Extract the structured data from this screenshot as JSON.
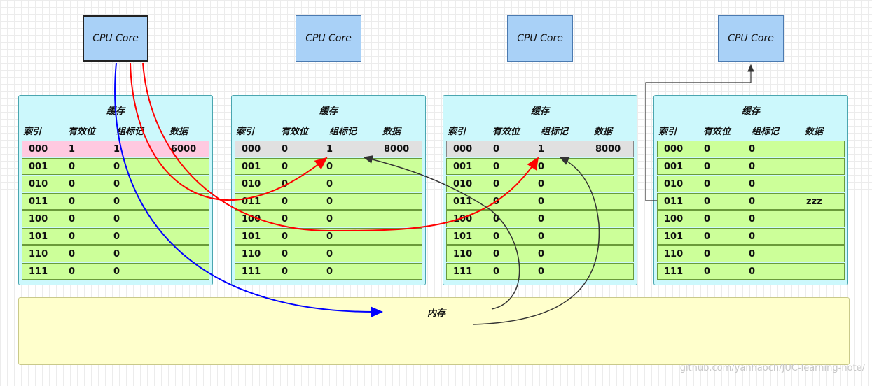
{
  "cpu_cores": [
    {
      "label": "CPU Core"
    },
    {
      "label": "CPU Core"
    },
    {
      "label": "CPU Core"
    },
    {
      "label": "CPU Core"
    }
  ],
  "headers": {
    "title": "缓存",
    "index": "索引",
    "valid": "有效位",
    "tag": "组标记",
    "data": "数据"
  },
  "caches": [
    {
      "rows": [
        {
          "index": "000",
          "valid": "1",
          "tag": "1",
          "data": "6000",
          "highlight": "pink"
        },
        {
          "index": "001",
          "valid": "0",
          "tag": "0",
          "data": ""
        },
        {
          "index": "010",
          "valid": "0",
          "tag": "0",
          "data": ""
        },
        {
          "index": "011",
          "valid": "0",
          "tag": "0",
          "data": ""
        },
        {
          "index": "100",
          "valid": "0",
          "tag": "0",
          "data": ""
        },
        {
          "index": "101",
          "valid": "0",
          "tag": "0",
          "data": ""
        },
        {
          "index": "110",
          "valid": "0",
          "tag": "0",
          "data": ""
        },
        {
          "index": "111",
          "valid": "0",
          "tag": "0",
          "data": ""
        }
      ]
    },
    {
      "rows": [
        {
          "index": "000",
          "valid": "0",
          "tag": "1",
          "data": "8000",
          "highlight": "gray"
        },
        {
          "index": "001",
          "valid": "0",
          "tag": "0",
          "data": ""
        },
        {
          "index": "010",
          "valid": "0",
          "tag": "0",
          "data": ""
        },
        {
          "index": "011",
          "valid": "0",
          "tag": "0",
          "data": ""
        },
        {
          "index": "100",
          "valid": "0",
          "tag": "0",
          "data": ""
        },
        {
          "index": "101",
          "valid": "0",
          "tag": "0",
          "data": ""
        },
        {
          "index": "110",
          "valid": "0",
          "tag": "0",
          "data": ""
        },
        {
          "index": "111",
          "valid": "0",
          "tag": "0",
          "data": ""
        }
      ]
    },
    {
      "rows": [
        {
          "index": "000",
          "valid": "0",
          "tag": "1",
          "data": "8000",
          "highlight": "gray"
        },
        {
          "index": "001",
          "valid": "0",
          "tag": "0",
          "data": ""
        },
        {
          "index": "010",
          "valid": "0",
          "tag": "0",
          "data": ""
        },
        {
          "index": "011",
          "valid": "0",
          "tag": "0",
          "data": ""
        },
        {
          "index": "100",
          "valid": "0",
          "tag": "0",
          "data": ""
        },
        {
          "index": "101",
          "valid": "0",
          "tag": "0",
          "data": ""
        },
        {
          "index": "110",
          "valid": "0",
          "tag": "0",
          "data": ""
        },
        {
          "index": "111",
          "valid": "0",
          "tag": "0",
          "data": ""
        }
      ]
    },
    {
      "rows": [
        {
          "index": "000",
          "valid": "0",
          "tag": "0",
          "data": ""
        },
        {
          "index": "001",
          "valid": "0",
          "tag": "0",
          "data": ""
        },
        {
          "index": "010",
          "valid": "0",
          "tag": "0",
          "data": ""
        },
        {
          "index": "011",
          "valid": "0",
          "tag": "0",
          "data": "zzz"
        },
        {
          "index": "100",
          "valid": "0",
          "tag": "0",
          "data": ""
        },
        {
          "index": "101",
          "valid": "0",
          "tag": "0",
          "data": ""
        },
        {
          "index": "110",
          "valid": "0",
          "tag": "0",
          "data": ""
        },
        {
          "index": "111",
          "valid": "0",
          "tag": "0",
          "data": ""
        }
      ]
    }
  ],
  "memory": {
    "label": "内存"
  },
  "credit": "github.com/yanhaoch/JUC-learning-note/",
  "colors": {
    "red_arrow": "#ff0000",
    "blue_arrow": "#0000ff",
    "gray_arrow": "#333333"
  }
}
